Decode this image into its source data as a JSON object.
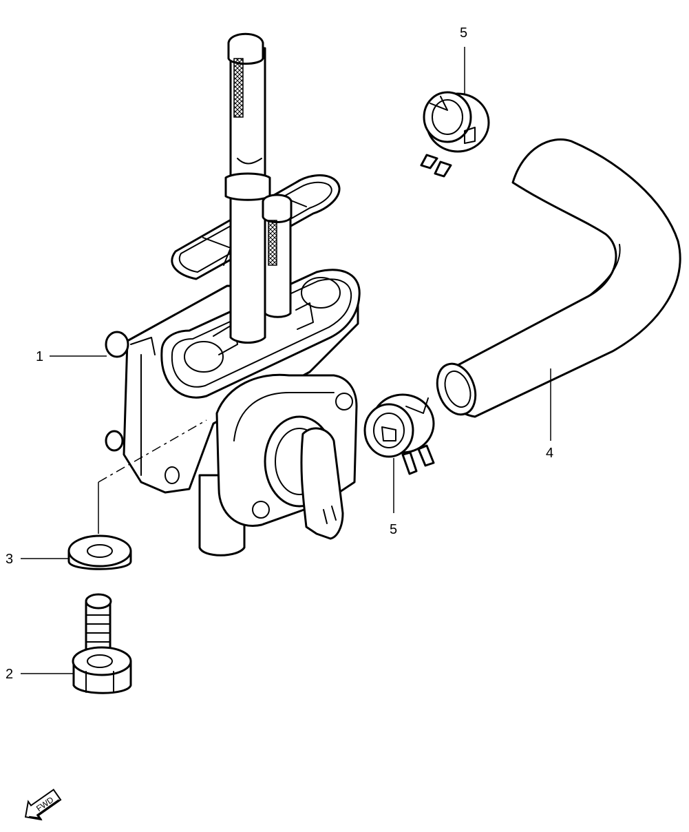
{
  "callouts": {
    "c1": "1",
    "c2": "2",
    "c3": "3",
    "c4": "4",
    "c5_top": "5",
    "c5_bottom": "5"
  },
  "fwd_label": "FWD"
}
